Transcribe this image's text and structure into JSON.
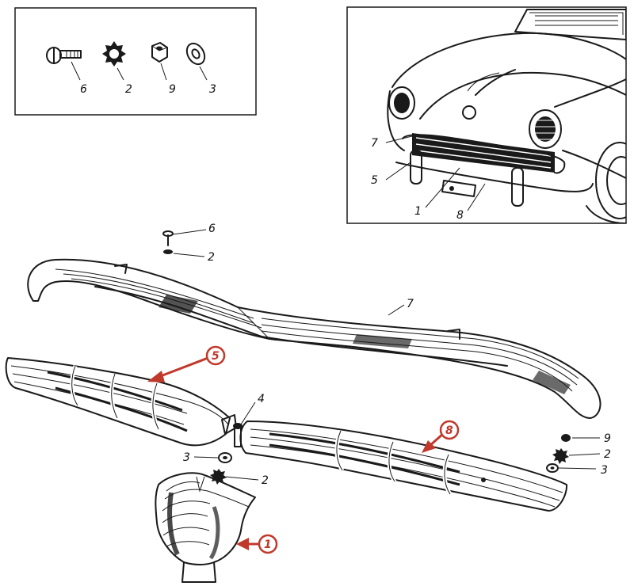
{
  "fasteners_inset": {
    "labels": [
      "6",
      "2",
      "9",
      "3"
    ],
    "parts": [
      "bolt",
      "star-washer",
      "hex-nut",
      "flat-washer"
    ]
  },
  "car_inset": {
    "labels": [
      "7",
      "5",
      "1",
      "8"
    ]
  },
  "exploded_view": {
    "labels": {
      "bolt_top": "6",
      "washer_top": "2",
      "bumper_bar": "7",
      "part_left_grille": "5",
      "part_center_stud": "4",
      "washer_left_flat": "3",
      "washer_left_star": "2",
      "part_right_grille": "8",
      "nut_right": "9",
      "washer_right_star": "2",
      "washer_right_flat": "3",
      "part_guard": "1"
    }
  },
  "colors": {
    "ink": "#1a1a1a",
    "callout_red": "#c0392b",
    "paper": "#ffffff"
  }
}
